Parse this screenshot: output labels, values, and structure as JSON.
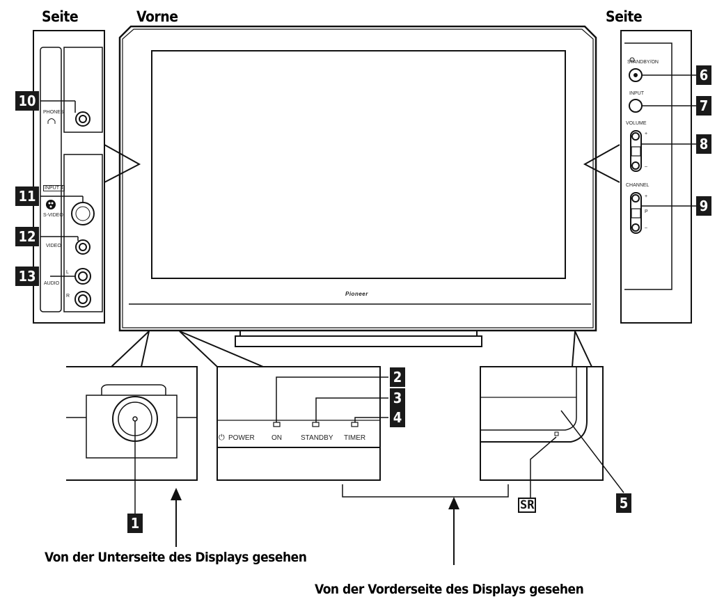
{
  "headers": {
    "side_left": "Seite",
    "front": "Vorne",
    "side_right": "Seite"
  },
  "captions": {
    "bottom_view": "Von der Unterseite des Displays gesehen",
    "front_view": "Von der Vorderseite des Displays gesehen"
  },
  "callouts": [
    "1",
    "2",
    "3",
    "4",
    "5",
    "6",
    "7",
    "8",
    "9",
    "10",
    "11",
    "12",
    "13"
  ],
  "left_panel": {
    "phones": "PHONES",
    "phones_icon": "headphones-icon",
    "input4": "INPUT 4",
    "svideo": "S-VIDEO",
    "video": "VIDEO",
    "audio": "AUDIO",
    "l": "L",
    "r": "R"
  },
  "right_panel": {
    "standby_on": "STANDBY/ON",
    "input": "INPUT",
    "volume": "VOLUME",
    "channel": "CHANNEL",
    "plus": "+",
    "minus": "–",
    "p": "P"
  },
  "indicator_panel": {
    "power": "POWER",
    "on": "ON",
    "standby": "STANDBY",
    "timer": "TIMER"
  },
  "brand": "Pioneer",
  "sr_logo": "SR"
}
